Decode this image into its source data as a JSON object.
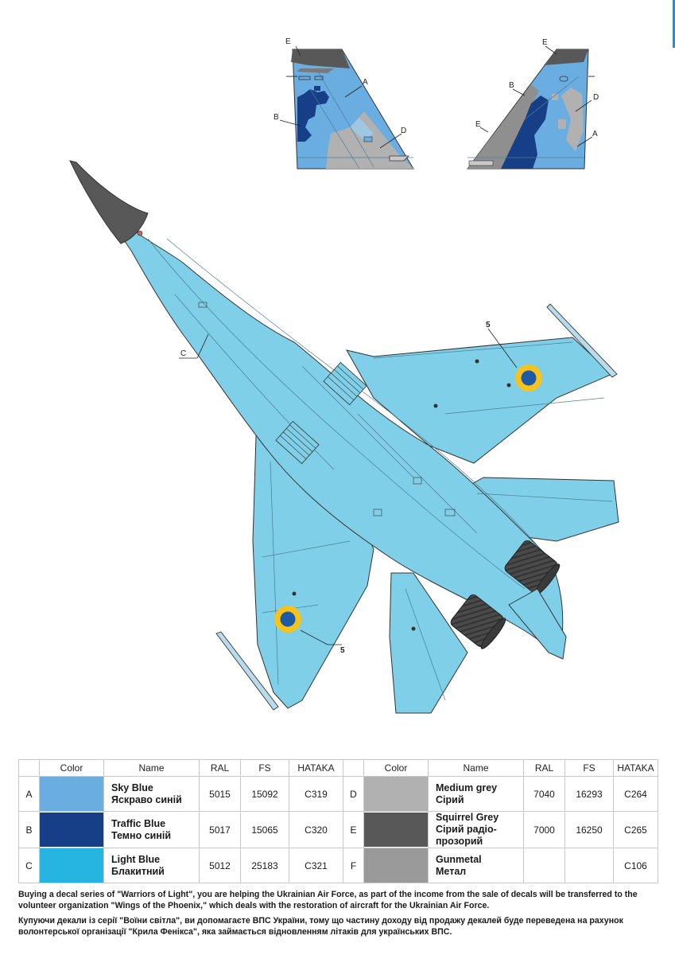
{
  "callouts": {
    "a": "A",
    "b": "B",
    "c": "C",
    "d": "D",
    "e": "E",
    "five": "5"
  },
  "colors": {
    "sky_blue": "#6aade0",
    "traffic_blue": "#173f87",
    "light_blue": "#26b5e0",
    "medium_grey": "#b1b1b1",
    "squirrel_grey": "#585858",
    "gunmetal": "#9a9a9a",
    "fuselage": "#7ecfe7",
    "roundel_blue": "#1c5aa8",
    "roundel_yellow": "#f6c21c"
  },
  "legend": {
    "headers": [
      "",
      "Color",
      "Name",
      "RAL",
      "FS",
      "HATAKA"
    ],
    "left": [
      {
        "letter": "A",
        "name_en": "Sky Blue",
        "name_ua": "Яскраво синій",
        "ral": "5015",
        "fs": "15092",
        "hataka": "C319",
        "swatch": "#6aade0"
      },
      {
        "letter": "B",
        "name_en": "Traffic Blue",
        "name_ua": "Темно синій",
        "ral": "5017",
        "fs": "15065",
        "hataka": "C320",
        "swatch": "#173f87"
      },
      {
        "letter": "C",
        "name_en": "Light Blue",
        "name_ua": "Блакитний",
        "ral": "5012",
        "fs": "25183",
        "hataka": "C321",
        "swatch": "#26b5e0"
      }
    ],
    "right": [
      {
        "letter": "D",
        "name_en": "Medium grey",
        "name_ua": "Сірий",
        "ral": "7040",
        "fs": "16293",
        "hataka": "C264",
        "swatch": "#b1b1b1"
      },
      {
        "letter": "E",
        "name_en": "Squirrel Grey",
        "name_ua": "Сірий радіо-прозорий",
        "ral": "7000",
        "fs": "16250",
        "hataka": "C265",
        "swatch": "#585858"
      },
      {
        "letter": "F",
        "name_en": "Gunmetal",
        "name_ua": "Метал",
        "ral": "",
        "fs": "",
        "hataka": "C106",
        "swatch": "#9a9a9a"
      }
    ]
  },
  "notes": {
    "en": "Buying a decal series of \"Warriors of Light\", you are helping the Ukrainian Air Force, as part of the income from the sale of decals will be transferred to the volunteer organization \"Wings of the Phoenix,\" which deals with the restoration of aircraft for the Ukrainian Air Force.",
    "ua": "Купуючи декали із серії \"Воїни світла\", ви допомагаєте ВПС України, тому що частину доходу від продажу декалей буде переведена на рахунок волонтерської організації \"Крила Фенікса\", яка займається відновленням літаків для українських ВПС."
  }
}
